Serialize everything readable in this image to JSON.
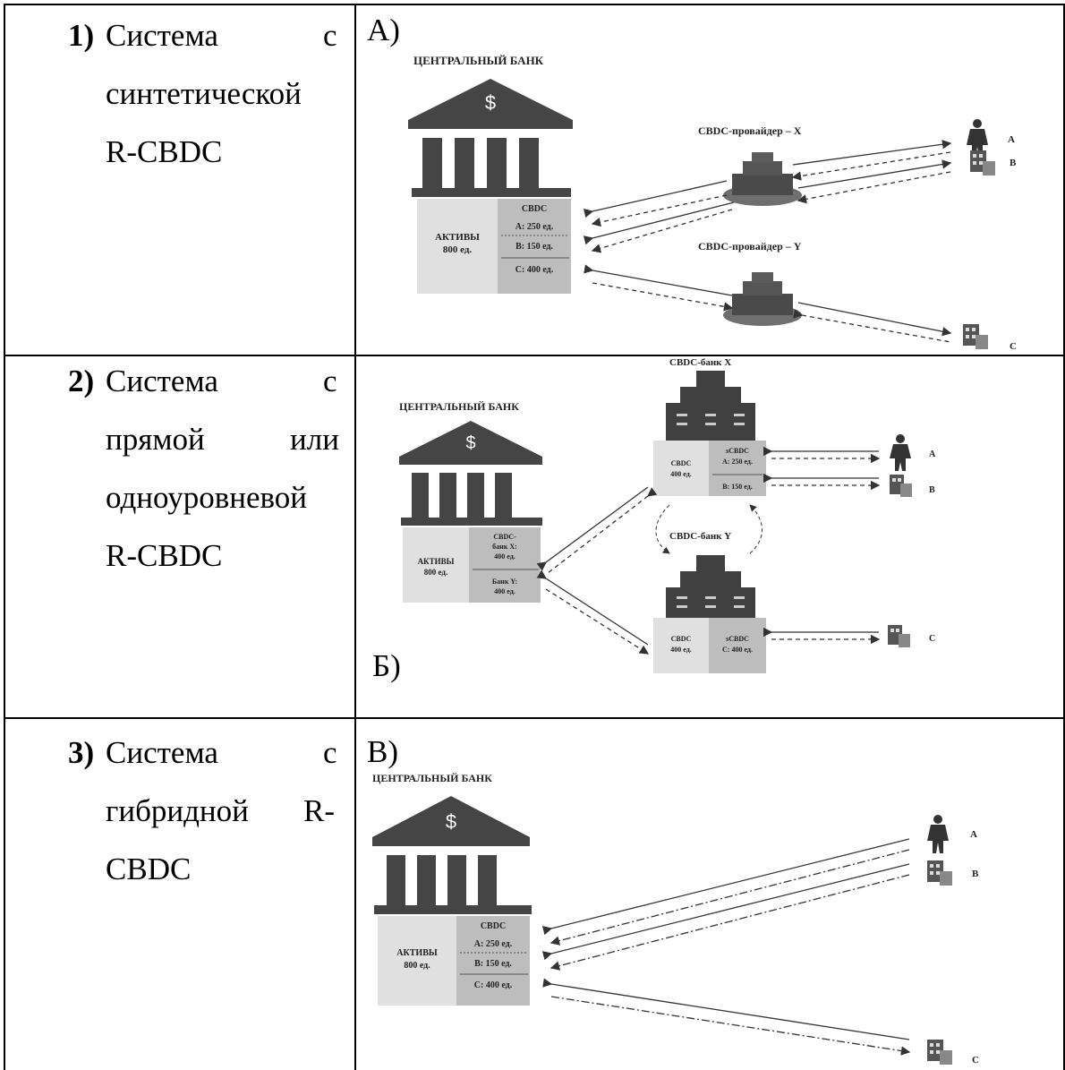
{
  "rows": [
    {
      "number": "1)",
      "left_lines": [
        "Система",
        "с",
        "синтетической",
        "R-CBDC"
      ],
      "panel_label": "А)",
      "diagram": {
        "bank_title": "ЦЕНТРАЛЬНЫЙ БАНК",
        "bank_symbol": "$",
        "assets_label": "АКТИВЫ",
        "assets_value": "800 ед.",
        "ledger_header": "CBDC",
        "ledger": [
          "A: 250 ед.",
          "B: 150 ед.",
          "C: 400 ед."
        ],
        "provider_x": "CBDC-провайдер – X",
        "provider_y": "CBDC-провайдер – Y",
        "clients": [
          "A",
          "B",
          "C"
        ]
      }
    },
    {
      "number": "2)",
      "left_lines": [
        "Система",
        "с",
        "прямой",
        "или",
        "одноуровневой",
        "R-CBDC"
      ],
      "panel_label": "Б)",
      "diagram": {
        "bank_title": "ЦЕНТРАЛЬНЫЙ БАНК",
        "bank_symbol": "$",
        "assets_label": "АКТИВЫ",
        "assets_value": "800 ед.",
        "ledger_top": [
          "CBDC-",
          "банк X:",
          "400 ед."
        ],
        "ledger_bottom": [
          "Банк Y:",
          "400 ед."
        ],
        "bank_x_title": "CBDC-банк X",
        "bank_y_title": "CBDC-банк Y",
        "bank_x_left": [
          "CBDC",
          "400 ед."
        ],
        "bank_x_right_header": "sCBDC",
        "bank_x_right": [
          "A: 250 ед.",
          "B: 150 ед."
        ],
        "bank_y_left": [
          "CBDC",
          "400 ед."
        ],
        "bank_y_right_header": "sCBDC",
        "bank_y_right": [
          "C: 400 ед."
        ],
        "clients": [
          "A",
          "B",
          "C"
        ]
      }
    },
    {
      "number": "3)",
      "left_lines": [
        "Система",
        "с",
        "гибридной",
        "R-",
        "CBDC"
      ],
      "panel_label": "В)",
      "diagram": {
        "bank_title": "ЦЕНТРАЛЬНЫЙ БАНК",
        "bank_symbol": "$",
        "assets_label": "АКТИВЫ",
        "assets_value": "800 ед.",
        "ledger_header": "CBDC",
        "ledger": [
          "A: 250 ед.",
          "B: 150 ед.",
          "C: 400 ед."
        ],
        "clients": [
          "A",
          "B",
          "C"
        ]
      }
    }
  ]
}
